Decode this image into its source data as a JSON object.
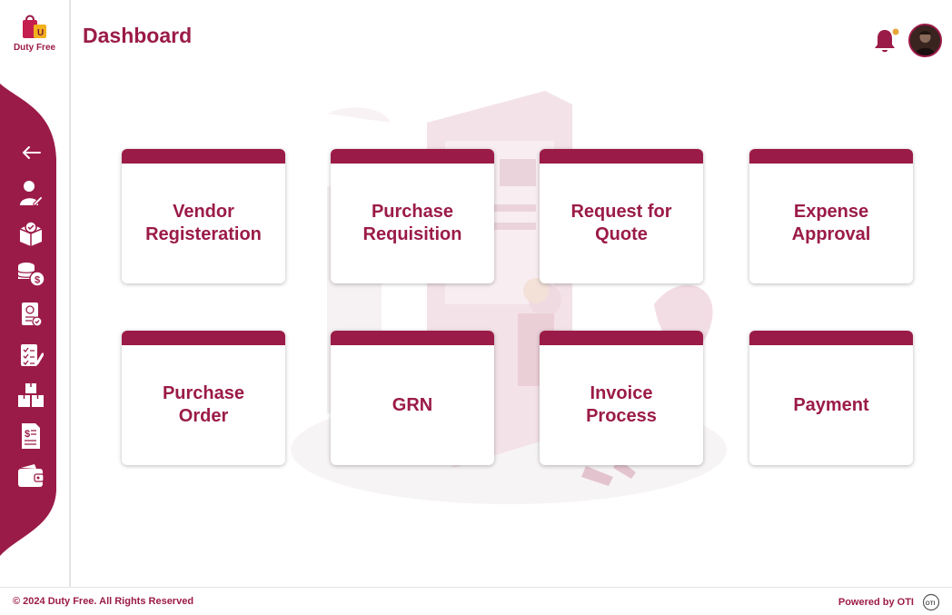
{
  "app": {
    "brand_name": "Duty Free",
    "logo_letter": "U"
  },
  "header": {
    "title": "Dashboard"
  },
  "colors": {
    "primary": "#9b1b48",
    "bell": "#9b1b48",
    "notification_dot": "#e8a53b"
  },
  "sidebar": {
    "items": [
      {
        "name": "back",
        "icon": "arrow-left-icon"
      },
      {
        "name": "vendor",
        "icon": "user-edit-icon"
      },
      {
        "name": "purchase-requisition",
        "icon": "box-check-icon"
      },
      {
        "name": "quote",
        "icon": "coins-dollar-icon"
      },
      {
        "name": "expense",
        "icon": "receipt-check-icon"
      },
      {
        "name": "order",
        "icon": "checklist-icon"
      },
      {
        "name": "grn",
        "icon": "boxes-icon"
      },
      {
        "name": "invoice",
        "icon": "invoice-dollar-icon"
      },
      {
        "name": "payment",
        "icon": "wallet-icon"
      }
    ]
  },
  "cards": [
    {
      "label": "Vendor\nRegisteration"
    },
    {
      "label": "Purchase\nRequisition"
    },
    {
      "label": "Request for\nQuote"
    },
    {
      "label": "Expense\nApproval"
    },
    {
      "label": "Purchase\nOrder"
    },
    {
      "label": "GRN"
    },
    {
      "label": "Invoice\nProcess"
    },
    {
      "label": "Payment"
    }
  ],
  "footer": {
    "copyright": "© 2024 Duty Free. All Rights Reserved",
    "powered_by": "Powered by OTI",
    "oti_logo_text": "OTI"
  }
}
